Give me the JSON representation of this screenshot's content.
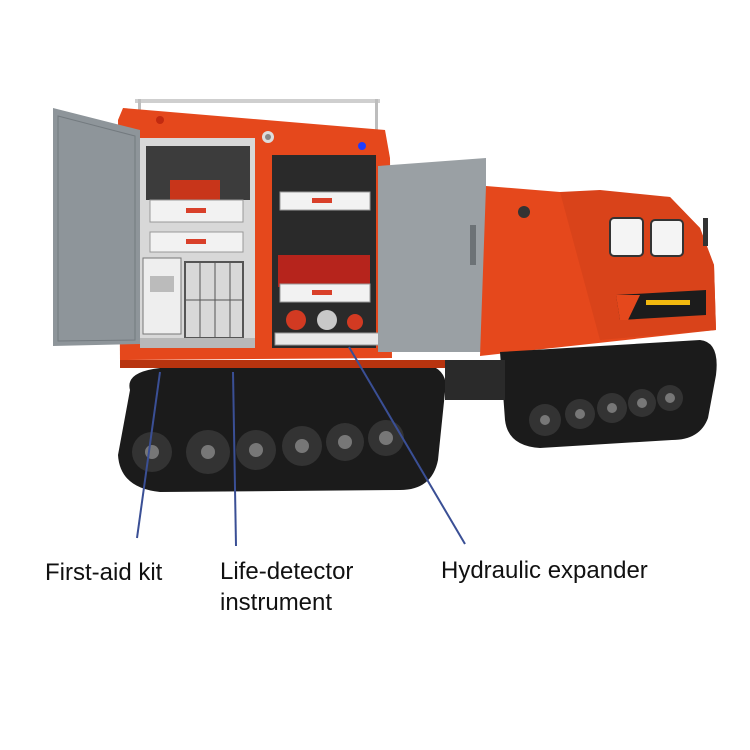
{
  "labels": {
    "first_aid_kit": "First-aid kit",
    "life_detector_line1": "Life-detector",
    "life_detector_line2": "instrument",
    "hydraulic_expander": "Hydraulic expander"
  },
  "colors": {
    "body_orange": "#e5481c",
    "body_orange_dark": "#b8340f",
    "door_gray": "#8e959a",
    "track_black": "#1b1b1b",
    "pointer_line": "#3a4f95",
    "label_text": "#111111"
  }
}
